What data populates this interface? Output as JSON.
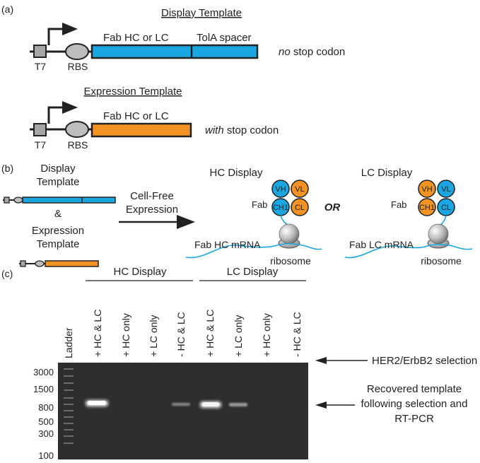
{
  "panel_a": {
    "label": "(a)",
    "display_template": {
      "title": "Display Template",
      "promoter": "T7",
      "rbs": "RBS",
      "segment1": "Fab HC or LC",
      "segment2": "TolA spacer",
      "note_italic": "no",
      "note_rest": " stop codon",
      "color": "#1aa7e1"
    },
    "expression_template": {
      "title": "Expression Template",
      "promoter": "T7",
      "rbs": "RBS",
      "segment1": "Fab HC or LC",
      "note_italic": "with",
      "note_rest": " stop codon",
      "color": "#f39323"
    }
  },
  "panel_b": {
    "label": "(b)",
    "display_template_line1": "Display",
    "display_template_line2": "Template",
    "ampersand": "&",
    "expression_template_line1": "Expression",
    "expression_template_line2": "Template",
    "arrow_label_line1": "Cell-Free",
    "arrow_label_line2": "Expression",
    "or_label": "OR",
    "hc_display": {
      "title": "HC Display",
      "fab_label": "Fab",
      "domains": [
        "VH",
        "VL",
        "CH1",
        "CL"
      ],
      "mrna_label": "Fab HC mRNA",
      "ribosome_label": "ribosome"
    },
    "lc_display": {
      "title": "LC Display",
      "fab_label": "Fab",
      "domains": [
        "VH",
        "VL",
        "CH1",
        "CL"
      ],
      "mrna_label": "Fab LC mRNA",
      "ribosome_label": "ribosome"
    }
  },
  "panel_c": {
    "label": "(c)",
    "group1": "HC Display",
    "group2": "LC Display",
    "ladder_label": "Ladder",
    "lanes": [
      "+ HC & LC",
      "+ HC only",
      "+ LC only",
      "- HC & LC",
      "+ HC & LC",
      "+ LC only",
      "+ HC only",
      "- HC & LC"
    ],
    "ladder_sizes": [
      "3000",
      "1500",
      "800",
      "500",
      "300",
      "100"
    ],
    "annotation1": "HER2/ErbB2 selection",
    "annotation2_line1": "Recovered template",
    "annotation2_line2": "following selection and",
    "annotation2_line3": "RT-PCR"
  },
  "colors": {
    "blue": "#1aa7e1",
    "orange": "#f39323",
    "gray_box": "#a6a6a6",
    "gel": "#2e2e2e"
  }
}
